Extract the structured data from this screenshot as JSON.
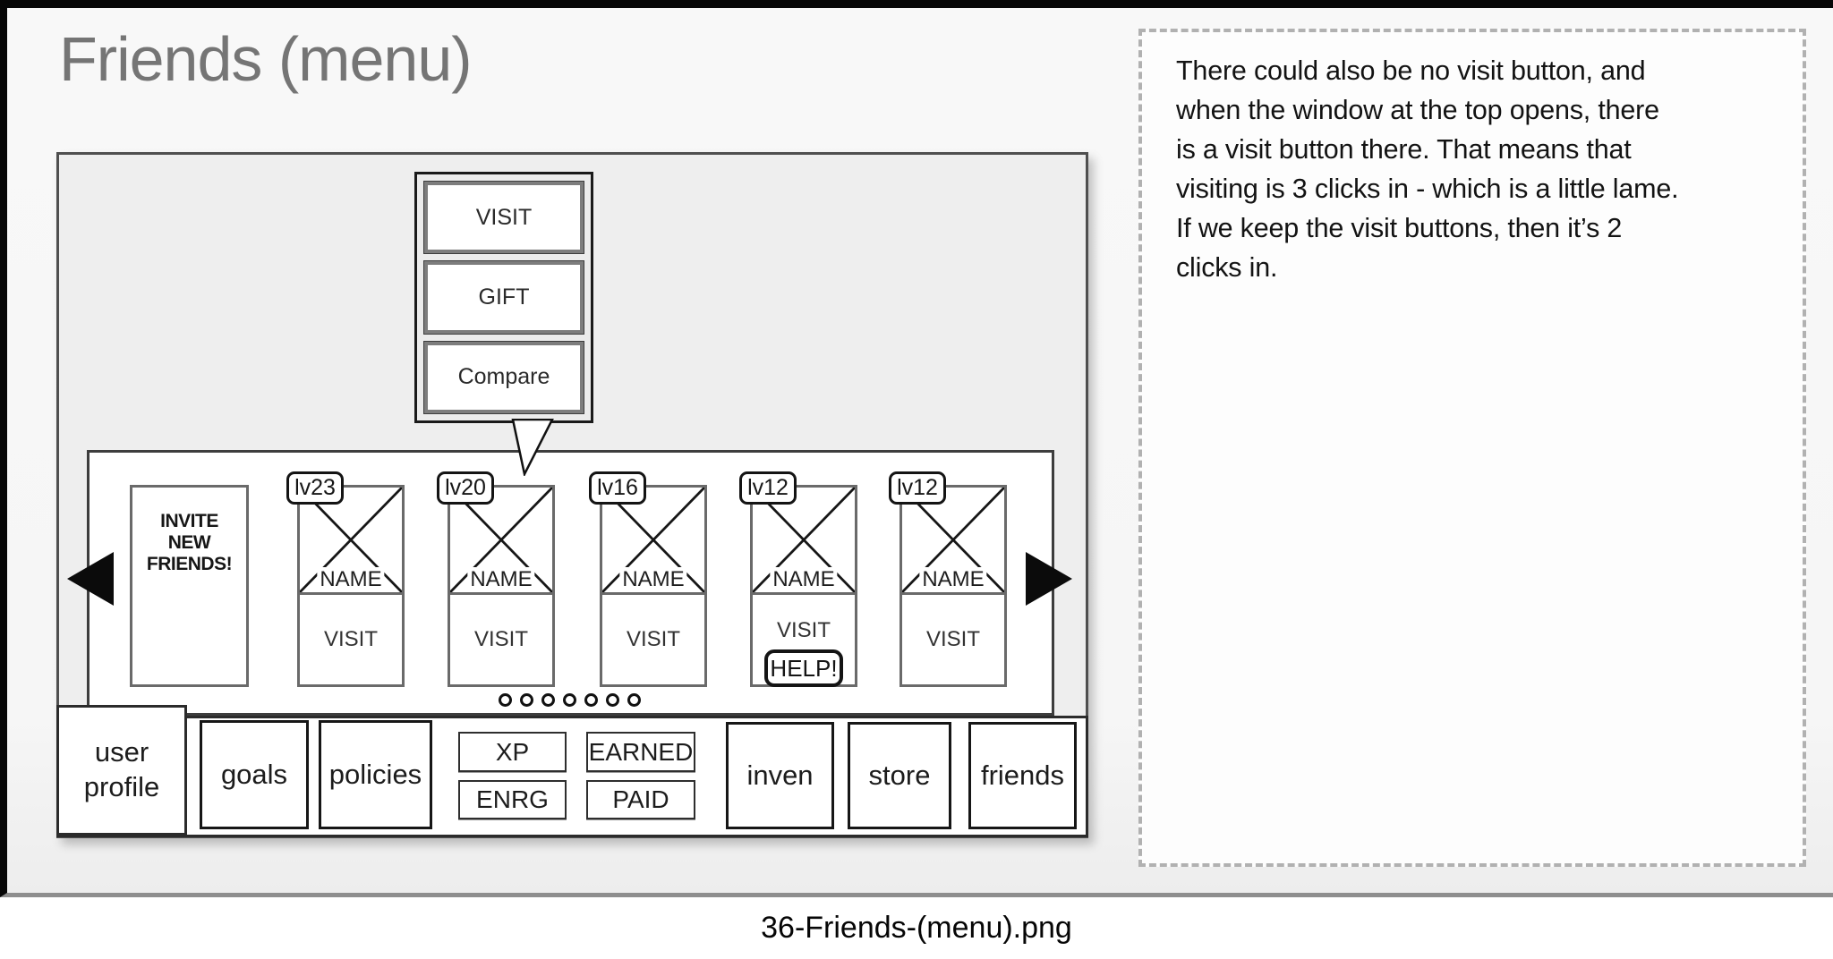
{
  "window": {
    "title": "Friends (menu)",
    "caption": "36-Friends-(menu).png"
  },
  "popup": {
    "buttons": [
      "VISIT",
      "GIFT",
      "Compare"
    ]
  },
  "strip": {
    "invite": "INVITE NEW FRIENDS!",
    "cards": [
      {
        "level": "lv23",
        "name": "NAME",
        "action": "VISIT"
      },
      {
        "level": "lv20",
        "name": "NAME",
        "action": "VISIT"
      },
      {
        "level": "lv16",
        "name": "NAME",
        "action": "VISIT"
      },
      {
        "level": "lv12",
        "name": "NAME",
        "action": "VISIT",
        "help": "HELP!"
      },
      {
        "level": "lv12",
        "name": "NAME",
        "action": "VISIT"
      }
    ],
    "dot_count": 7
  },
  "bottom_bar": {
    "user_profile": "user profile",
    "goals": "goals",
    "policies": "policies",
    "xp": "XP",
    "enrg": "ENRG",
    "earned": "EARNED",
    "paid": "PAID",
    "inven": "inven",
    "store": "store",
    "friends": "friends"
  },
  "annotation": "There could also be no visit button, and\nwhen the window at the top opens, there\nis a visit button there.  That means that\nvisiting is 3 clicks in - which is a little lame.\nIf we keep the visit buttons, then it’s 2\nclicks in.",
  "colors": {
    "slide_bg": "#f6f6f6",
    "panel_bg": "#eeeeee",
    "frame_black": "#070707",
    "border_dark": "#2b2b2b",
    "border_gray": "#6a6a6a",
    "title_gray": "#757575",
    "dashed_gray": "#b1b1b1"
  }
}
